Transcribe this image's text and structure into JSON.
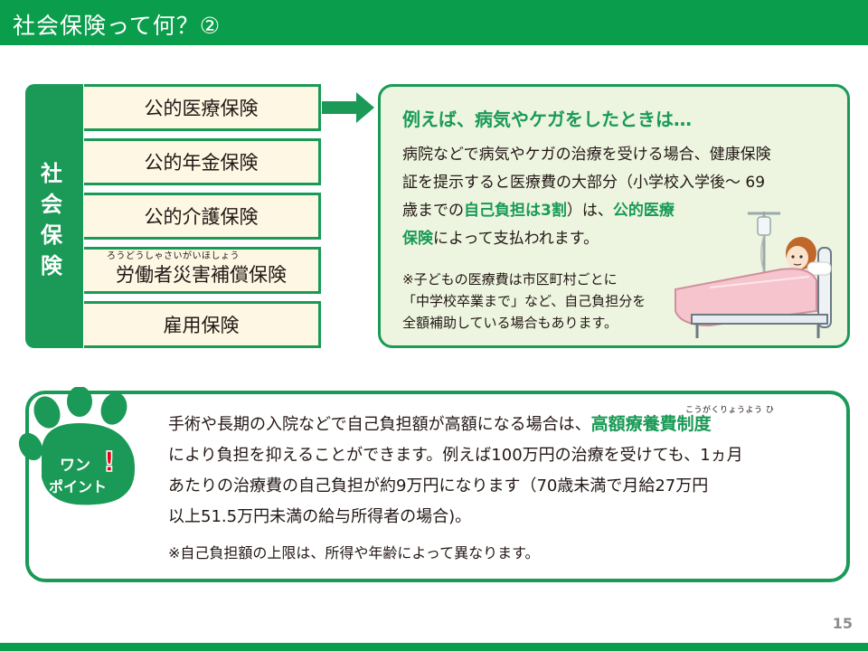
{
  "slide": {
    "title": "社会保険って何？②",
    "page_number": "15"
  },
  "insurance": {
    "side_label": [
      "社",
      "会",
      "保",
      "険"
    ],
    "items": [
      "公的医療保険",
      "公的年金保険",
      "公的介護保険",
      "労働者災害補償保険",
      "雇用保険"
    ],
    "furigana": "ろうどうしゃさいがいほしょう"
  },
  "example": {
    "title": "例えば、病気やケガをしたときは…",
    "line1": "病院などで病気やケガの治療を受ける場合、健康保険",
    "line2": "証を提示すると医療費の大部分（小学校入学後～ 69",
    "line3_a": "歳までの",
    "line3_b": "自己負担",
    "line3_c": "は",
    "line3_d": "3割",
    "line3_e": "）は、",
    "line3_f": "公的医療",
    "line4_a": "保険",
    "line4_b": "によって支払われます。",
    "note1": "※子どもの医療費は市区町村ごとに",
    "note2": "「中学校卒業まで」など、自己負担分を",
    "note3": "全額補助している場合もあります。"
  },
  "one_point": {
    "badge_line1": "ワン",
    "badge_mark": "!",
    "badge_line2": "ポイント",
    "line1_a": "手術や長期の入院などで自己負担額が高額になる場合は、",
    "line1_b": "高額療養費制度",
    "furigana": "こうがくりょうよう ひ",
    "line2": "により負担を抑えることができます。例えば100万円の治療を受けても、1ヵ月",
    "line3": "あたりの治療費の自己負担が約9万円になります（70歳未満で月給27万円",
    "line4": "以上51.5万円未満の給与所得者の場合)。",
    "note": "※自己負担額の上限は、所得や年齢によって異なります。"
  },
  "colors": {
    "brand_green": "#0a9e4c",
    "accent_green": "#1a9a56",
    "cream": "#fdf7e3",
    "light_green": "#edf5e0",
    "badge_red": "#e60012"
  }
}
